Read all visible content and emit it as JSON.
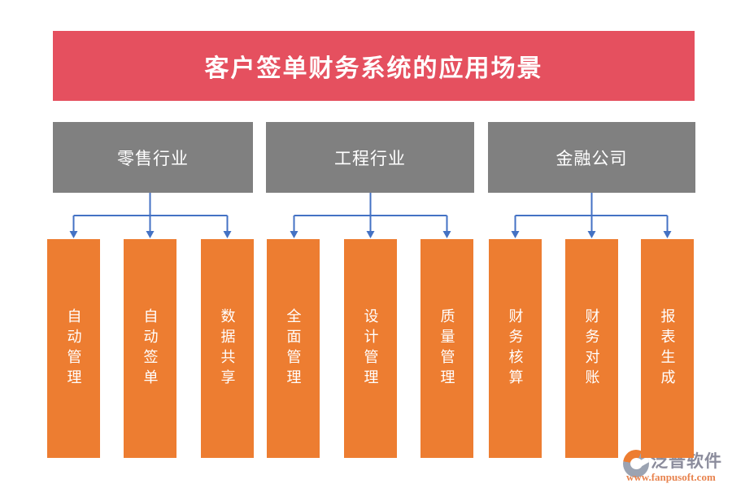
{
  "title": "客户签单财务系统的应用场景",
  "groups": [
    {
      "label": "零售行业",
      "items": [
        "自动管理",
        "自动签单",
        "数据共享"
      ]
    },
    {
      "label": "工程行业",
      "items": [
        "全面管理",
        "设计管理",
        "质量管理"
      ]
    },
    {
      "label": "金融公司",
      "items": [
        "财务核算",
        "财务对账",
        "报表生成"
      ]
    }
  ],
  "watermark": {
    "brand": "泛普软件",
    "url": "www.fanpusoft.com"
  },
  "colors": {
    "banner_red": "#E5505F",
    "category_gray": "#808080",
    "item_orange": "#ED7D31",
    "connector_blue": "#4472C4",
    "text_white": "#FFFFFF",
    "logo_gray": "#8B8C9C",
    "logo_orange": "#E8834E"
  }
}
